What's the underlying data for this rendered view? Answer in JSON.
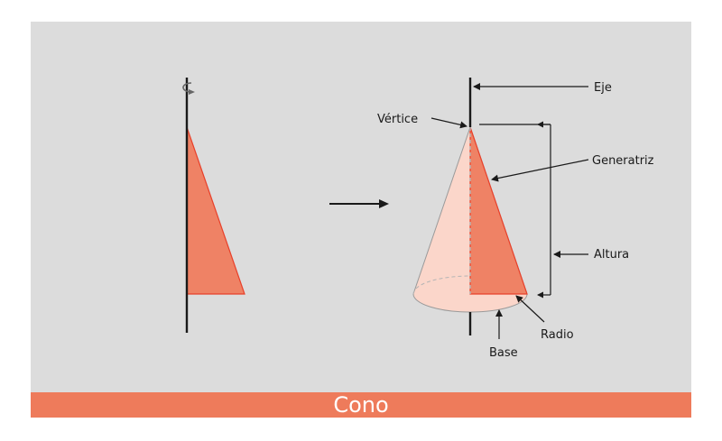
{
  "diagram": {
    "title": "Cono",
    "labels": {
      "eje": "Eje",
      "vertice": "Vértice",
      "generatriz": "Generatriz",
      "altura": "Altura",
      "radio": "Radio",
      "base": "Base"
    }
  },
  "colors": {
    "background": "#dcdcdc",
    "accent": "#ee7b5b",
    "triangle_fill": "#ef8265",
    "triangle_stroke": "#e8402a",
    "cone_fill": "#fbd6ca",
    "line": "#1a1a1a"
  },
  "icons": {
    "rotation": "rotation-arrow-icon",
    "transform": "right-arrow-icon"
  }
}
